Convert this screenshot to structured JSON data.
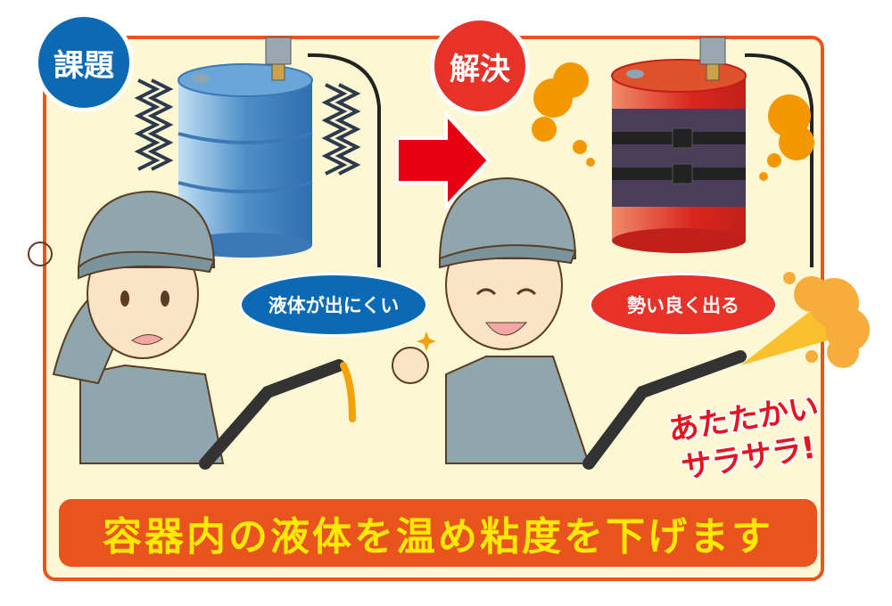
{
  "badges": {
    "problem": "課題",
    "solution": "解決"
  },
  "bubbles": {
    "problem": "液体が出にくい",
    "solution": "勢い良く出る"
  },
  "exclaim": {
    "line1": "あたたかい",
    "line2": "サラサラ!"
  },
  "banner": "容器内の液体を温め粘度を下げます",
  "colors": {
    "frame": "#e8531e",
    "background": "#fdf8d3",
    "blue": "#0c6ab4",
    "red": "#e63228",
    "banner_text": "#ffe900"
  }
}
